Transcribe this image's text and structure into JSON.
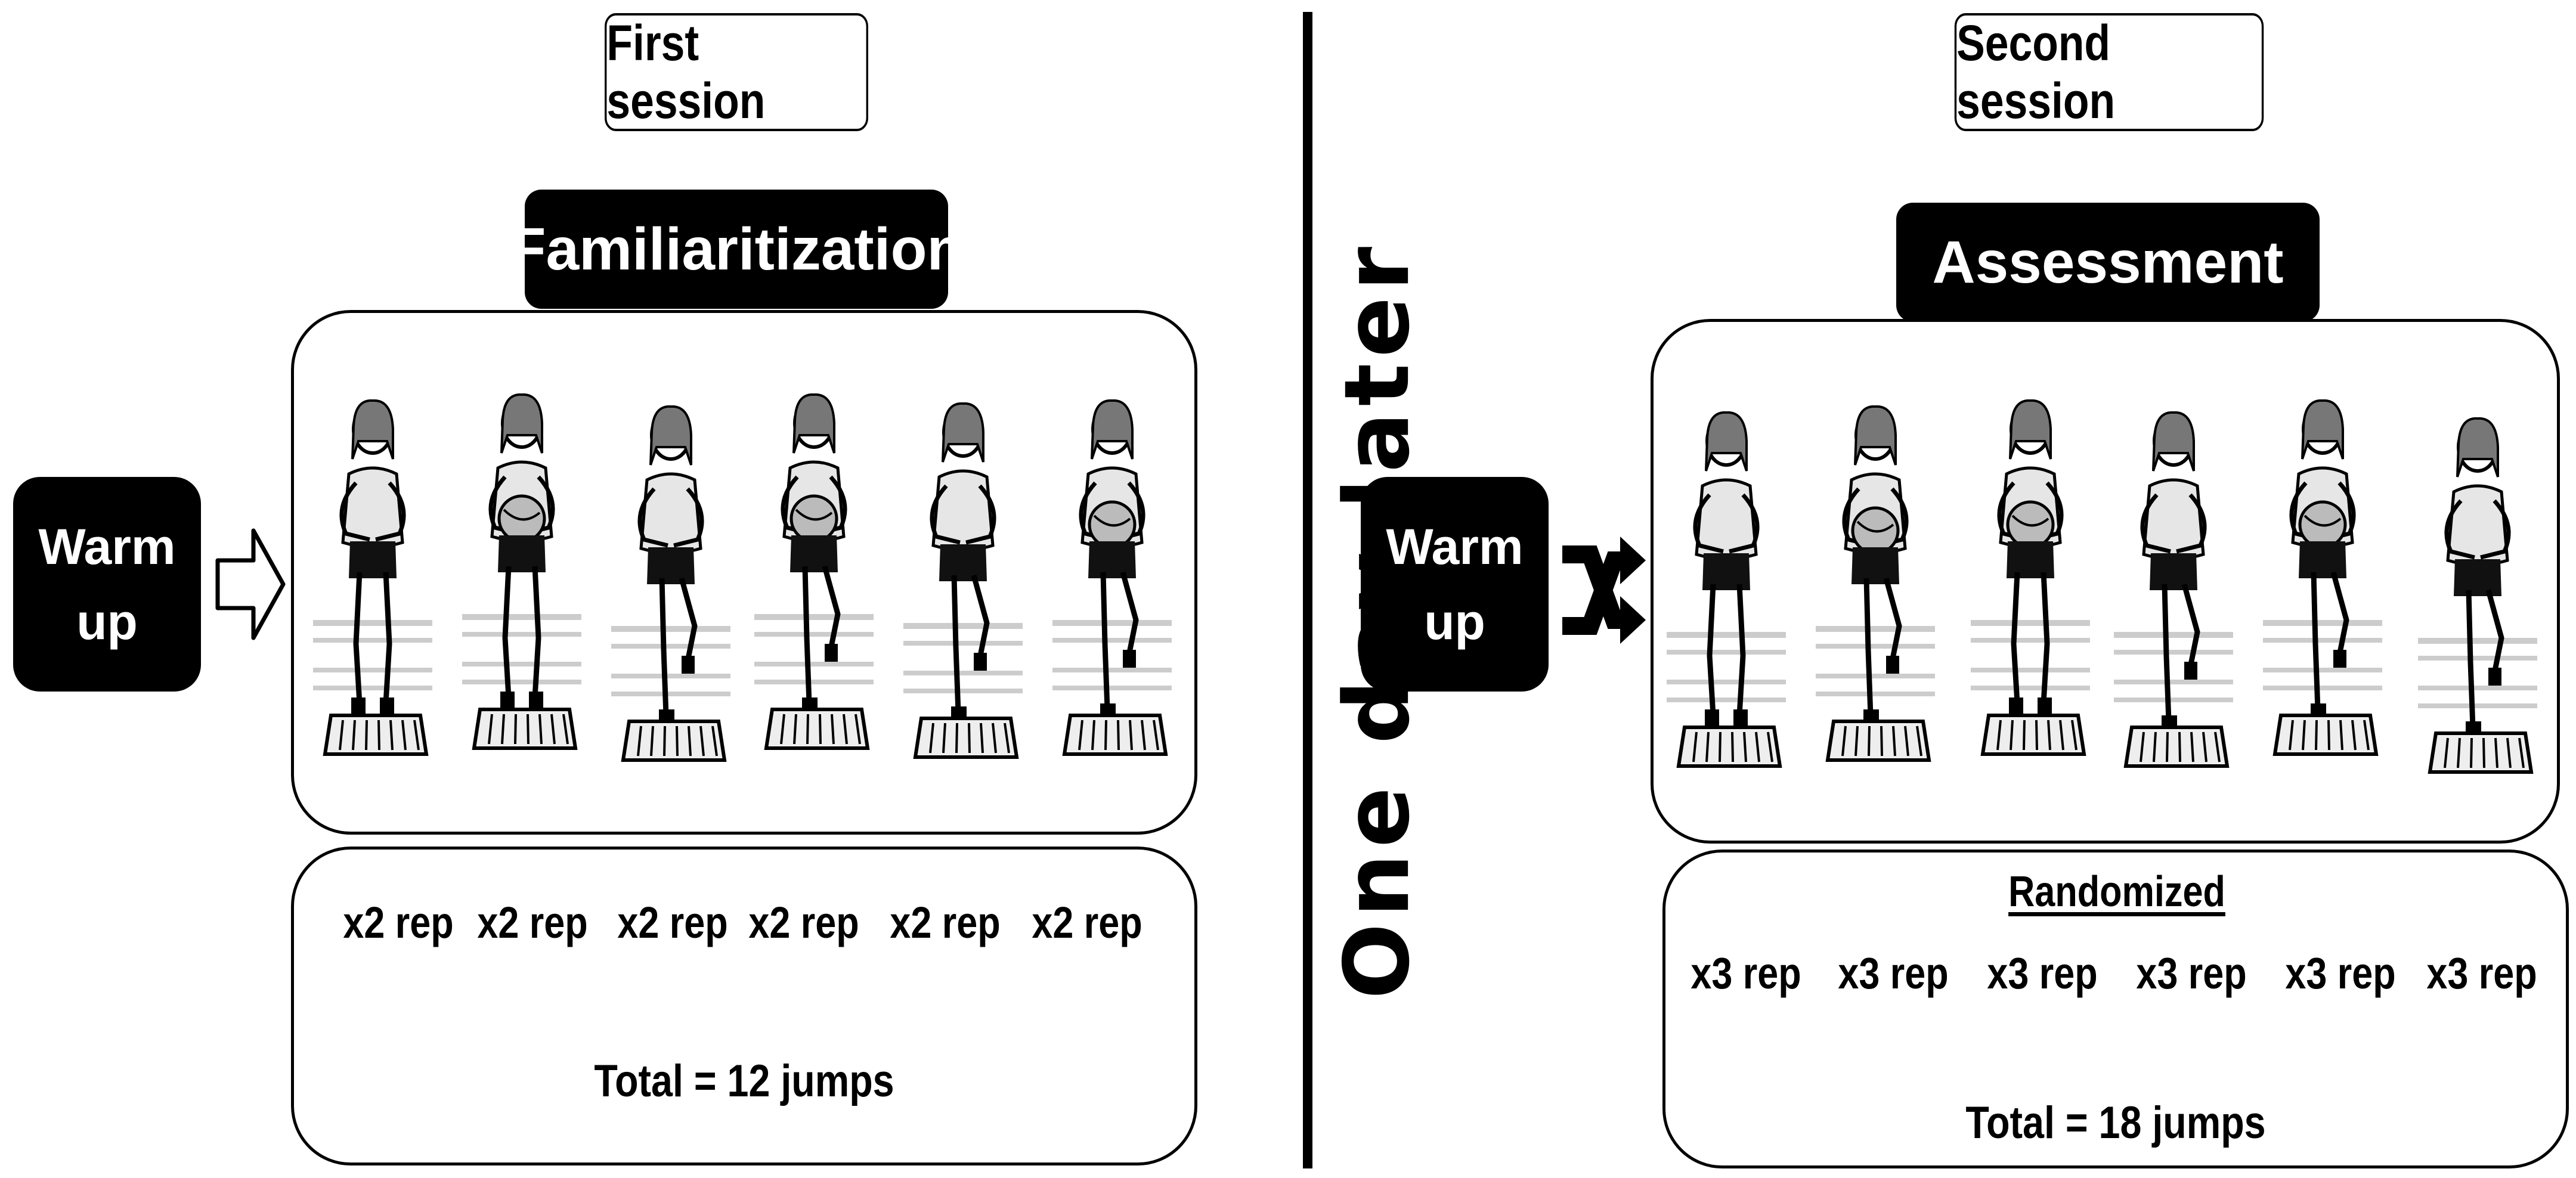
{
  "sessions": {
    "first": {
      "title": "First session",
      "phase": "Familiaritization",
      "warm_up": [
        "Warm",
        "up"
      ],
      "reps": [
        "x2 rep",
        "x2 rep",
        "x2 rep",
        "x2 rep",
        "x2 rep",
        "x2 rep"
      ],
      "total": "Total = 12 jumps"
    },
    "second": {
      "title": "Second session",
      "phase": "Assessment",
      "warm_up": [
        "Warm",
        "up"
      ],
      "randomized": "Randomized",
      "reps": [
        "x3 rep",
        "x3 rep",
        "x3 rep",
        "x3 rep",
        "x3 rep",
        "x3 rep"
      ],
      "total": "Total = 18 jumps"
    }
  },
  "divider_text": "One day later",
  "icons": {
    "first_connector": "arrow-right-outline-icon",
    "second_connector": "shuffle-icon",
    "figures": "jumper-on-force-plate-icon"
  },
  "colors": {
    "ink": "#000000",
    "paper": "#ffffff"
  }
}
